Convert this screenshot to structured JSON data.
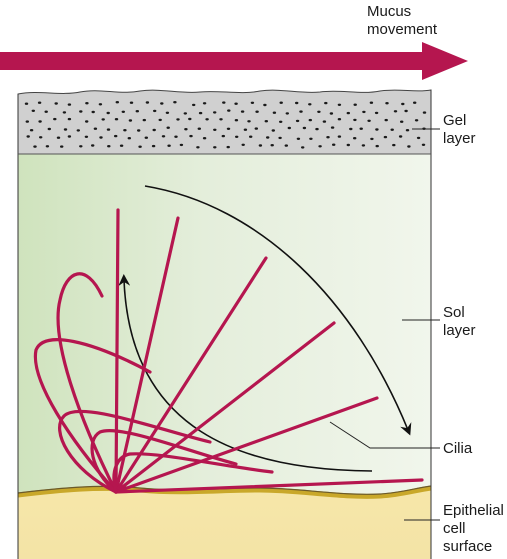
{
  "title": {
    "line1": "Mucus",
    "line2": "movement"
  },
  "labels": {
    "gel": {
      "line1": "Gel",
      "line2": "layer"
    },
    "sol": {
      "line1": "Sol",
      "line2": "layer"
    },
    "cilia": "Cilia",
    "epithelial": {
      "line1": "Epithelial",
      "line2": "cell",
      "line3": "surface"
    }
  },
  "colors": {
    "arrow": "#b5164f",
    "cilia": "#b5164f",
    "gel_fill": "#d0d0d0",
    "gel_dots": "#1a1a1a",
    "sol_left": "#cfe3bd",
    "sol_right": "#f1f6ec",
    "epithelium": "#f2e2a4",
    "epithelium_edge": "#c9a82a"
  },
  "icons": {
    "movement_arrow": "right-arrow-icon",
    "sweep_arrows": "curved-arrow-icon"
  }
}
